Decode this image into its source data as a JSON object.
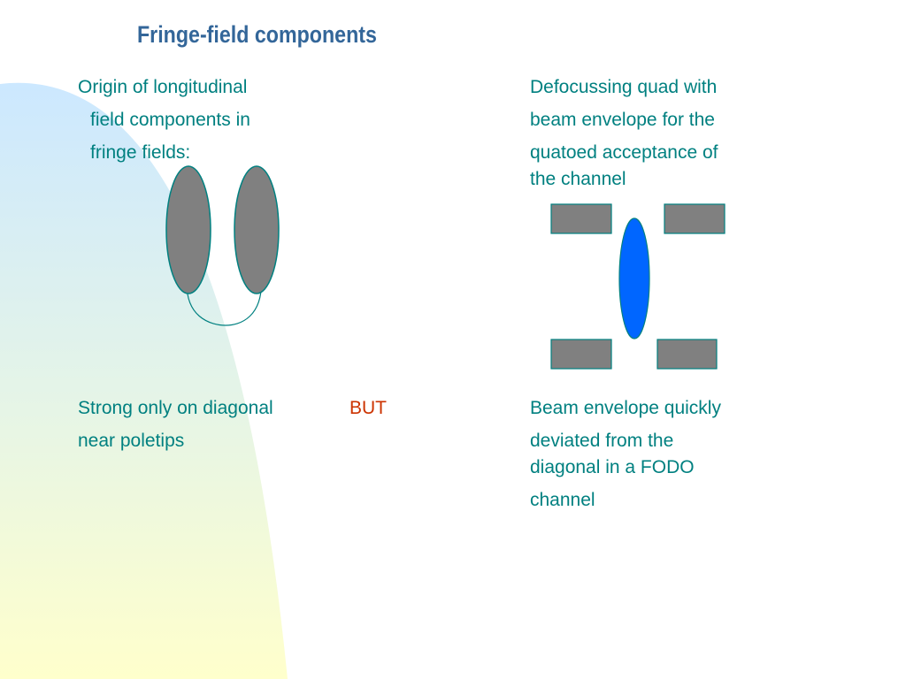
{
  "slide": {
    "title": "Fringe-field components",
    "left_heading": {
      "line1": "Origin of longitudinal",
      "line2": "field components in",
      "line3": "fringe fields:"
    },
    "right_heading": {
      "line1": "Defocussing quad with",
      "line2": "beam envelope for the",
      "line3": "quatoed acceptance of",
      "line4": "the channel"
    },
    "left_bottom": {
      "line1": "Strong only on diagonal",
      "line2": "near poletips",
      "emphasis": "BUT"
    },
    "right_bottom": {
      "line1": "Beam envelope quickly",
      "line2": "deviated from  the",
      "line3": "diagonal in a FODO",
      "line4": "channel"
    }
  },
  "colors": {
    "title": "#336699",
    "body_text": "#008080",
    "emphasis": "#cc3300",
    "pole_fill": "#808080",
    "pole_stroke": "#008080",
    "beam_fill": "#0066ff",
    "background_gradient_top": "#cce8ff",
    "background_gradient_bottom": "#ffffcc"
  }
}
